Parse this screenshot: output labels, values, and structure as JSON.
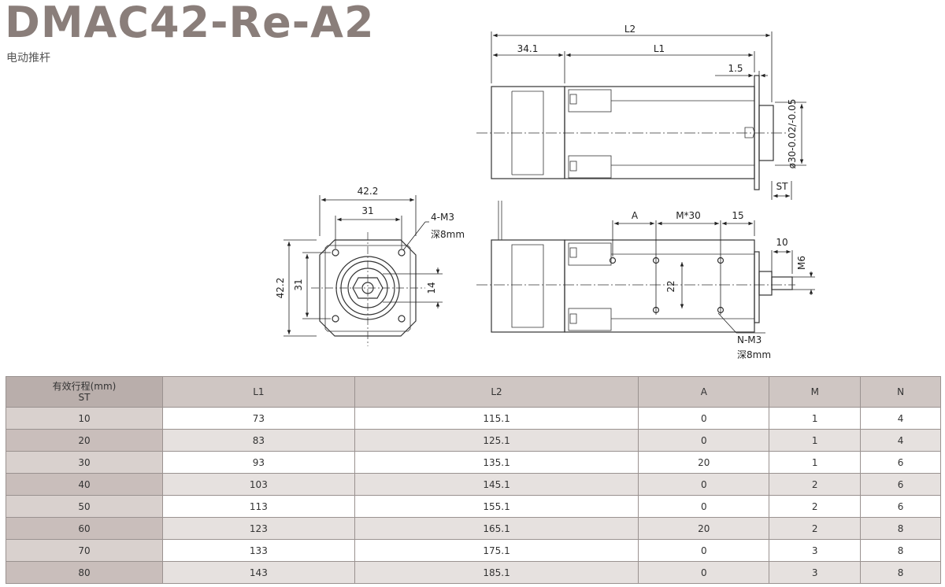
{
  "header": {
    "model": "DMAC42-Re-A2",
    "subtitle": "电动推杆"
  },
  "front_view": {
    "dim_width_outer": "42.2",
    "dim_width_inner": "31",
    "dim_height_outer": "42.2",
    "dim_height_inner": "31",
    "dim_shaft": "14",
    "hole_spec": "4-M3",
    "hole_depth": "深8mm"
  },
  "top_view": {
    "dim_total": "L2",
    "dim_motor": "34.1",
    "dim_body": "L1",
    "dim_flange": "1.5",
    "dim_rod_diameter": "ø30-0.02/-0.05"
  },
  "side_view": {
    "dim_stroke": "ST",
    "dim_a": "A",
    "dim_pitch": "M*30",
    "dim_end": "15",
    "dim_spacing": "22",
    "dim_rod_len": "10",
    "dim_thread": "M6",
    "hole_spec": "N-M3",
    "hole_depth": "深8mm"
  },
  "table": {
    "headers": [
      "有效行程(mm)",
      "ST",
      "L1",
      "L2",
      "A",
      "M",
      "N"
    ],
    "rows": [
      [
        "10",
        "73",
        "115.1",
        "0",
        "1",
        "4"
      ],
      [
        "20",
        "83",
        "125.1",
        "0",
        "1",
        "4"
      ],
      [
        "30",
        "93",
        "135.1",
        "20",
        "1",
        "6"
      ],
      [
        "40",
        "103",
        "145.1",
        "0",
        "2",
        "6"
      ],
      [
        "50",
        "113",
        "155.1",
        "0",
        "2",
        "6"
      ],
      [
        "60",
        "123",
        "165.1",
        "20",
        "2",
        "8"
      ],
      [
        "70",
        "133",
        "175.1",
        "0",
        "3",
        "8"
      ],
      [
        "80",
        "143",
        "185.1",
        "0",
        "3",
        "8"
      ]
    ]
  }
}
